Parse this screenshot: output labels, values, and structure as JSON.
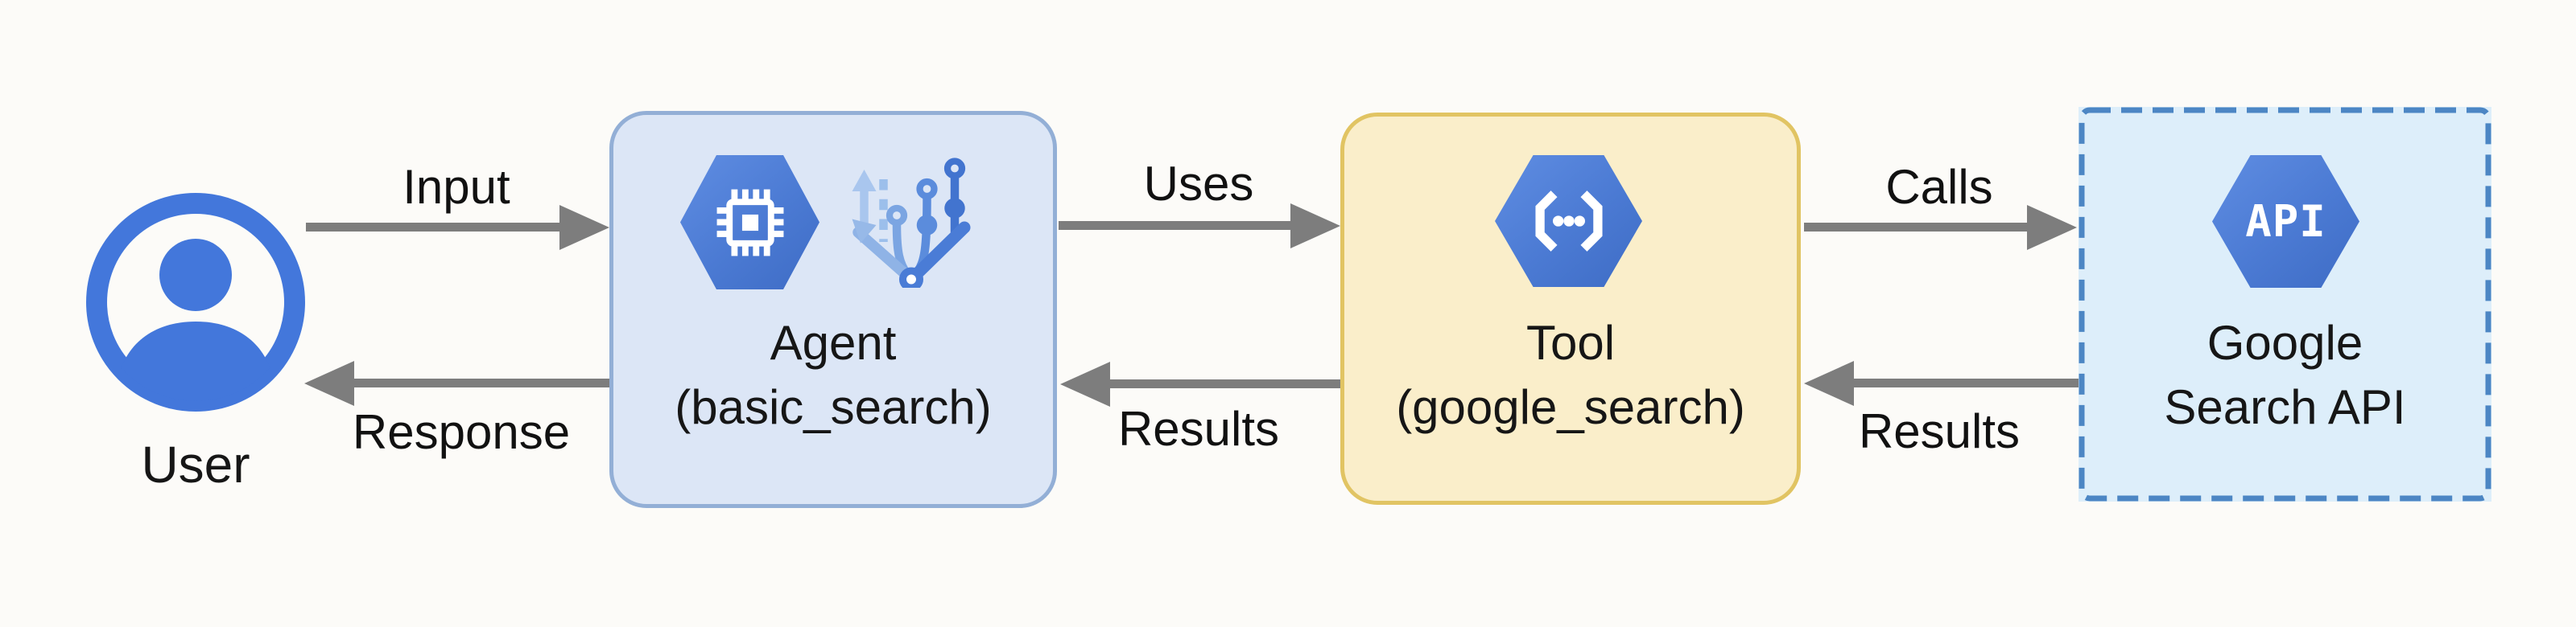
{
  "diagram": {
    "title_hint": "Agent tool-use flow diagram",
    "background": "#fcfbf8",
    "colors": {
      "arrow_gray": "#7d7d7d",
      "hexagon_blue": "#4b7ad3",
      "user_icon_blue": "#4377db",
      "agent_box_fill": "#dce6f6",
      "agent_box_border": "#93afd6",
      "tool_box_fill": "#faeeca",
      "tool_box_border": "#e1c463",
      "api_box_fill": "#ddeefa",
      "api_box_border": "#4c86c4",
      "text": "#161616"
    }
  },
  "nodes": {
    "user": {
      "label": "User"
    },
    "agent": {
      "title": "Agent",
      "subtitle": "(basic_search)"
    },
    "tool": {
      "title": "Tool",
      "subtitle": "(google_search)"
    },
    "api": {
      "line1": "Google",
      "line2": "Search API",
      "hex_label": "API"
    }
  },
  "edges": {
    "input": {
      "label": "Input"
    },
    "response": {
      "label": "Response"
    },
    "uses": {
      "label": "Uses"
    },
    "results_to_agent": {
      "label": "Results"
    },
    "calls": {
      "label": "Calls"
    },
    "results_to_tool": {
      "label": "Results"
    }
  }
}
